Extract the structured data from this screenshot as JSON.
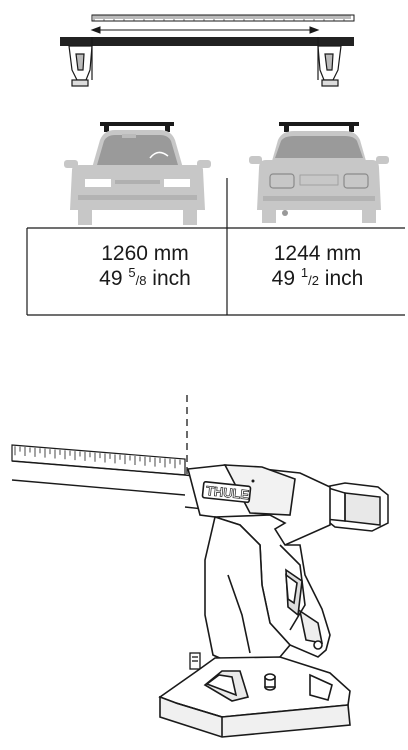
{
  "colors": {
    "car_fill": "#c7c7c7",
    "ink": "#1a1a1a",
    "bar": "#222222"
  },
  "front_view": {
    "mm": "1260 mm",
    "inch_whole": "49",
    "inch_num": "5",
    "inch_den": "/8",
    "inch_unit": "inch"
  },
  "rear_view": {
    "mm": "1244 mm",
    "inch_whole": "49",
    "inch_num": "1",
    "inch_den": "/2",
    "inch_unit": "inch"
  },
  "detail": {
    "brand": "THULE"
  }
}
